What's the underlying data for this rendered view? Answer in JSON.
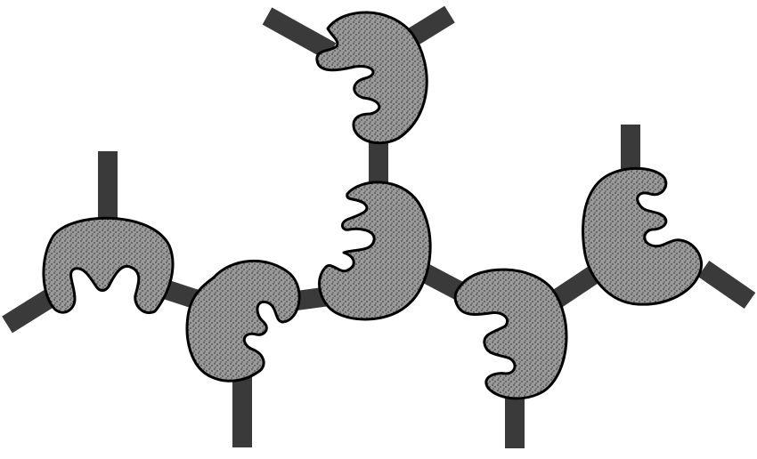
{
  "diagram": {
    "style": {
      "background": "#ffffff",
      "rod_color": "#3a3a3a",
      "unit_fill": "#9a9a9a",
      "unit_outline": "#000000",
      "stipple_color": "#1e1e1e"
    },
    "units": [
      {
        "name": "unit-top",
        "icon": "clamp-unit-icon"
      },
      {
        "name": "unit-center",
        "icon": "clamp-unit-icon"
      },
      {
        "name": "unit-left",
        "icon": "clamp-unit-icon"
      },
      {
        "name": "unit-center-left",
        "icon": "clamp-unit-icon"
      },
      {
        "name": "unit-center-right",
        "icon": "clamp-unit-icon"
      },
      {
        "name": "unit-right",
        "icon": "clamp-unit-icon"
      }
    ]
  }
}
